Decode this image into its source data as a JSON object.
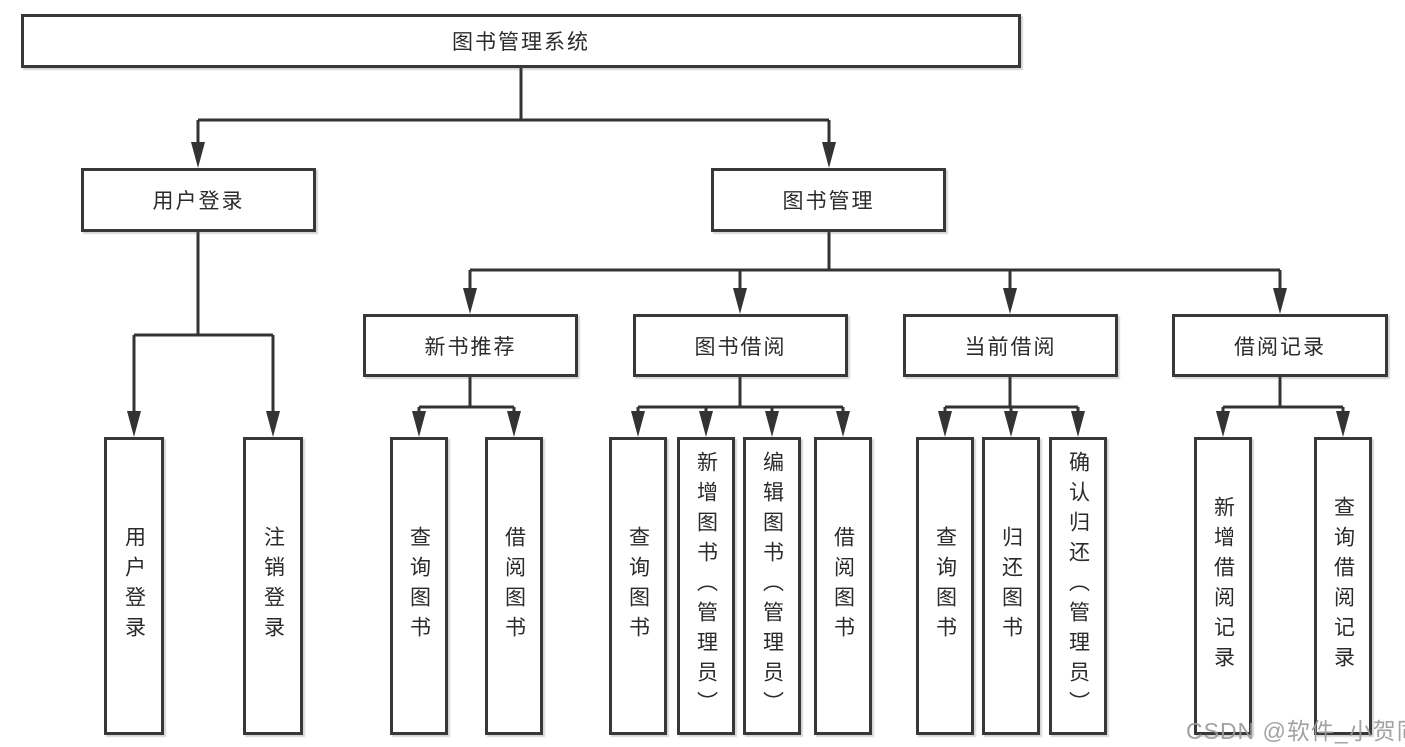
{
  "tree": {
    "label": "图书管理系统",
    "children": [
      {
        "label": "用户登录",
        "children": [
          {
            "label": "用户登录"
          },
          {
            "label": "注销登录"
          }
        ]
      },
      {
        "label": "图书管理",
        "children": [
          {
            "label": "新书推荐",
            "children": [
              {
                "label": "查询图书"
              },
              {
                "label": "借阅图书"
              }
            ]
          },
          {
            "label": "图书借阅",
            "children": [
              {
                "label": "查询图书"
              },
              {
                "label": "新增图书（管理员）"
              },
              {
                "label": "编辑图书（管理员）"
              },
              {
                "label": "借阅图书"
              }
            ]
          },
          {
            "label": "当前借阅",
            "children": [
              {
                "label": "查询图书"
              },
              {
                "label": "归还图书"
              },
              {
                "label": "确认归还（管理员）"
              }
            ]
          },
          {
            "label": "借阅记录",
            "children": [
              {
                "label": "新增借阅记录"
              },
              {
                "label": "查询借阅记录"
              }
            ]
          }
        ]
      }
    ]
  },
  "watermark": {
    "text": "CSDN @软件_小贺同学"
  },
  "colors": {
    "line": "#333333",
    "border": "#383838",
    "text": "#2b2b2b",
    "background": "#ffffff",
    "watermark": "#9b9b9b"
  }
}
